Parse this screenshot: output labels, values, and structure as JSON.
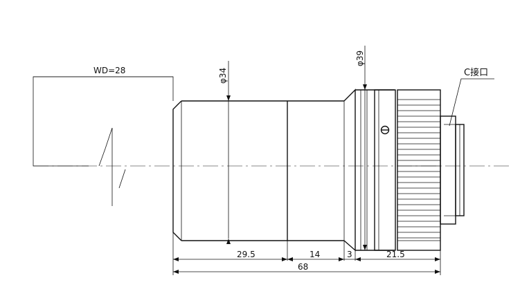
{
  "dimensions": {
    "working_distance": "WD=28",
    "front_diameter": "φ34",
    "rear_diameter": "φ39",
    "segment_1": "29.5",
    "segment_2": "14",
    "segment_3": "3",
    "segment_4": "21.5",
    "total_length": "68"
  },
  "labels": {
    "mount": "C接口"
  }
}
